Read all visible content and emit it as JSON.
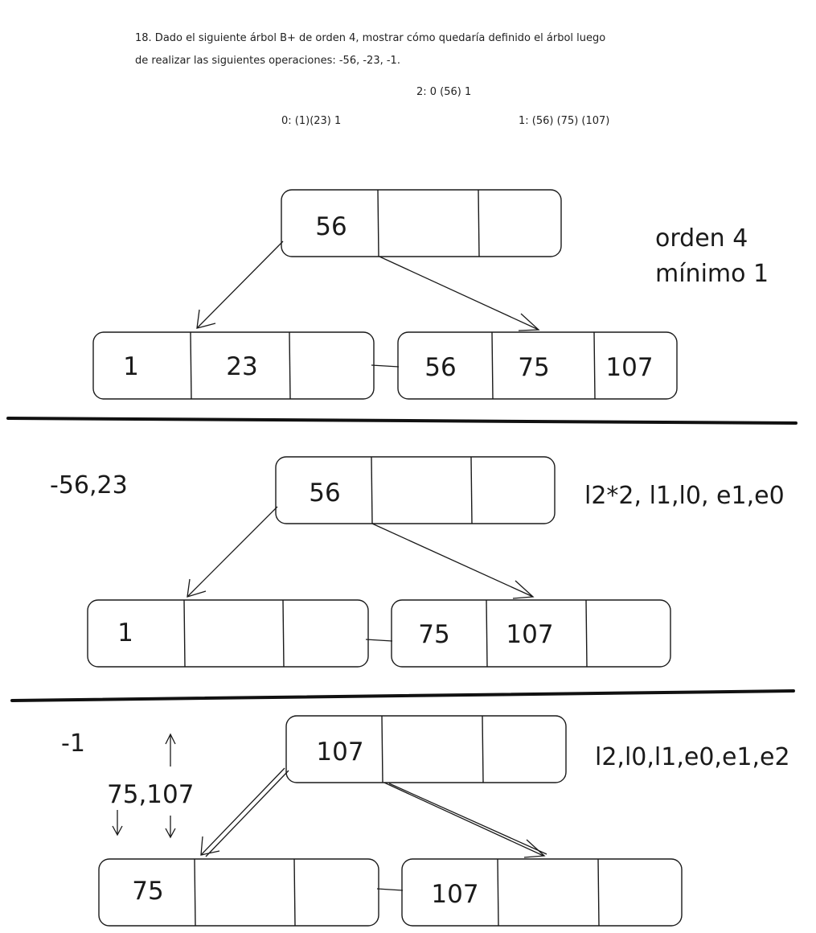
{
  "problem": {
    "line1": "18. Dado el siguiente árbol B+ de orden 4, mostrar cómo quedaría definido el árbol luego",
    "line2": "de realizar  las siguientes operaciones:   -56, -23, -1.",
    "root_line": "2:  0 (56) 1",
    "node0_line": "0: (1)(23) 1",
    "node1_line": "1: (56) (75) (107)"
  },
  "notes": {
    "order_line1": "orden 4",
    "order_line2": "mínimo 1"
  },
  "stages": [
    {
      "operation": "",
      "trace": "",
      "root_keys": [
        "56",
        "",
        ""
      ],
      "left_keys": [
        "1",
        "23",
        ""
      ],
      "right_keys": [
        "56",
        "75",
        "107"
      ]
    },
    {
      "operation": "-56,23",
      "trace": "l2*2, l1,l0, e1,e0",
      "root_keys": [
        "56",
        "",
        ""
      ],
      "left_keys": [
        "1",
        "",
        ""
      ],
      "right_keys": [
        "75",
        "107",
        ""
      ]
    },
    {
      "operation": "-1",
      "trace": "l2,l0,l1,e0,e1,e2",
      "side_note": "75,107",
      "root_keys": [
        "107",
        "",
        ""
      ],
      "left_keys": [
        "75",
        "",
        ""
      ],
      "right_keys": [
        "107",
        "",
        ""
      ]
    }
  ]
}
